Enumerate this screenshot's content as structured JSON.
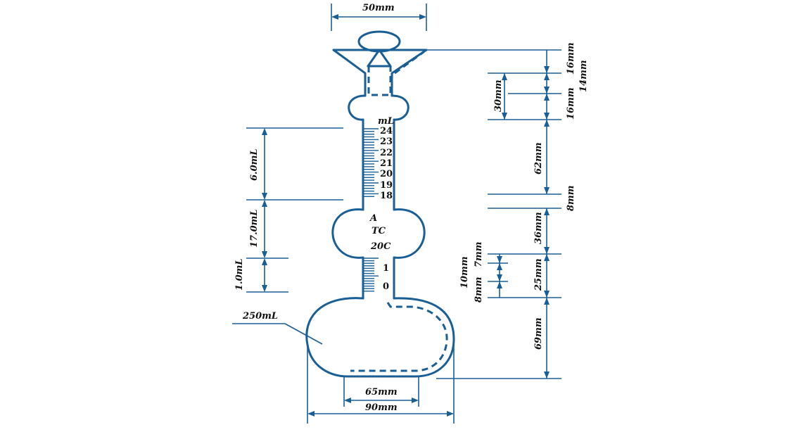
{
  "colors": {
    "line": "#1a5e96",
    "text": "#111111",
    "background": "#ffffff"
  },
  "flask": {
    "unit_label": "mL",
    "upper_scale": [
      "24",
      "23",
      "22",
      "21",
      "20",
      "19",
      "18"
    ],
    "lower_scale": [
      "1",
      "0"
    ],
    "bulb_markings": [
      "A",
      "TC",
      "20C"
    ]
  },
  "volumes": {
    "upper_range": "6.0mL",
    "middle_range": "17.0mL",
    "lower_range": "1.0mL",
    "bulb": "250mL"
  },
  "dimensions": {
    "top_width": "50mm",
    "inner_base_width": "65mm",
    "outer_base_width": "90mm",
    "stopper_height": "16mm",
    "stopper_inner": "14mm",
    "upper_bulb_height": "16mm",
    "neck_total": "30mm",
    "upper_scale_length": "62mm",
    "gap_above_bulb": "8mm",
    "middle_bulb_height": "36mm",
    "lower_neck_length": "25mm",
    "lower_scale_total": "10mm",
    "lower_top_gap": "7mm",
    "lower_bottom_gap": "8mm",
    "bottom_bulb_height": "69mm"
  }
}
